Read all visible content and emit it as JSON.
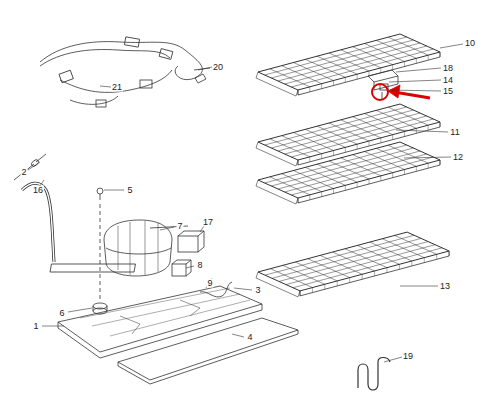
{
  "diagram": {
    "labels": [
      "20",
      "21",
      "2",
      "16",
      "5",
      "7",
      "17",
      "8",
      "9",
      "3",
      "6",
      "1",
      "4",
      "10",
      "18",
      "14",
      "15",
      "11",
      "12",
      "13",
      "19"
    ]
  }
}
